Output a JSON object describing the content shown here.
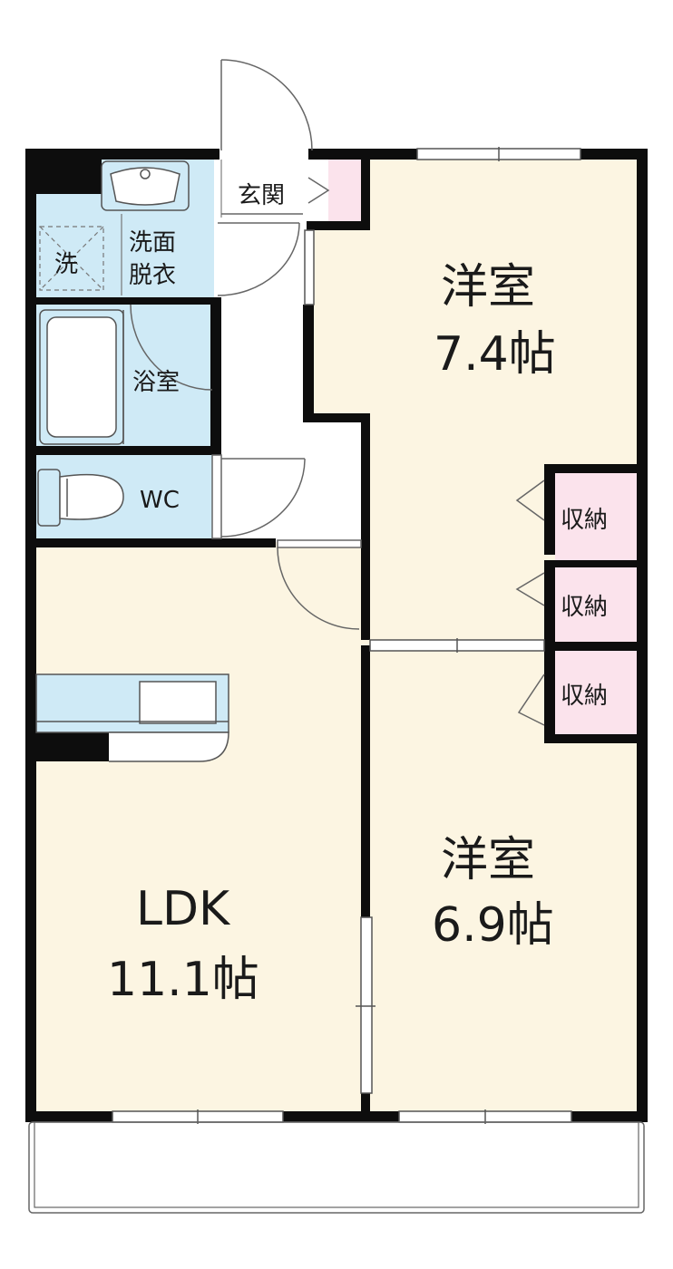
{
  "rooms": {
    "entrance": "玄関",
    "washer": "洗",
    "washroom_line1": "洗面",
    "washroom_line2": "脱衣",
    "bath": "浴室",
    "wc": "WC",
    "room1_name": "洋室",
    "room1_size": "7.4帖",
    "closet1": "収納",
    "closet2": "収納",
    "closet3": "収納",
    "room2_name": "洋室",
    "room2_size": "6.9帖",
    "ldk_name": "LDK",
    "ldk_size": "11.1帖"
  },
  "colors": {
    "wall": "#0d0d0d",
    "room_floor": "#fcf5e2",
    "wet_area": "#cfeaf6",
    "storage": "#fbe3ec",
    "hall": "#ffffff"
  }
}
